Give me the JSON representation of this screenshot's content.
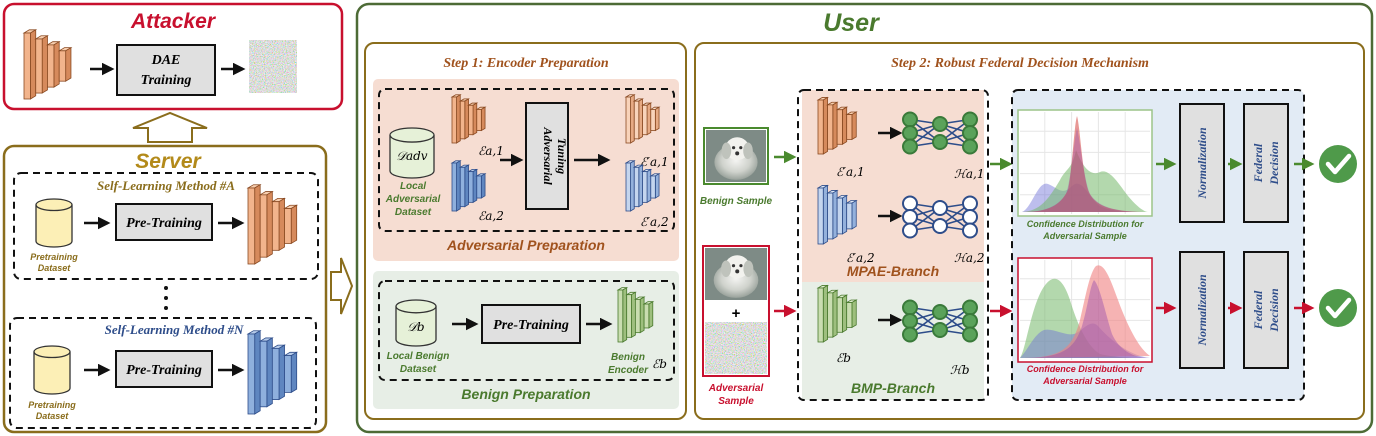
{
  "colors": {
    "attacker": "#c8102e",
    "server": "#8a6d1c",
    "user": "#4a7a2e",
    "user_border": "#4d6b36",
    "step_title": "#a0521d",
    "adv_panel": "#f6ddd2",
    "benign_panel": "#e7eee6",
    "decision_panel": "#e2ebf5",
    "arrow_green": "#4a8a2e",
    "arrow_red": "#c8102e",
    "caption_blue": "#2e4d8a",
    "encoder_orange": "#f2b48c",
    "encoder_blue": "#8fb0dd",
    "encoder_green": "#c9ddb0",
    "check": "#4f9a4a"
  },
  "attacker": {
    "title": "Attacker",
    "dae_line1": "DAE",
    "dae_line2": "Training"
  },
  "server": {
    "title": "Server",
    "method_a": {
      "title": "Self-Learning Method #A",
      "pretrain": "Pre-Training",
      "dataset_line1": "Pretraining",
      "dataset_line2": "Dataset"
    },
    "method_n": {
      "title": "Self-Learning Method #N",
      "pretrain": "Pre-Training",
      "dataset_line1": "Pretraining",
      "dataset_line2": "Dataset"
    }
  },
  "user": {
    "title": "User",
    "step1": {
      "title": "Step 1: Encoder Preparation",
      "adv_section": "Adversarial Preparation",
      "benign_section": "Benign Preparation",
      "d_adv": "𝒟adv",
      "local_adv_line1": "Local",
      "local_adv_line2": "Adversarial",
      "local_adv_line3": "Dataset",
      "tuning_line1": "Adversarial",
      "tuning_line2": "Tuning",
      "e_a1": "ℰa,1",
      "e_a2": "ℰa,2",
      "e_a1p": "ℰ′a,1",
      "e_a2p": "ℰ′a,2",
      "d_b": "𝒟b",
      "local_benign_line1": "Local Benign",
      "local_benign_line2": "Dataset",
      "pretrain": "Pre-Training",
      "benign_enc_line1": "Benign",
      "benign_enc_line2": "Encoder",
      "e_b": "ℰb"
    },
    "step2": {
      "title": "Step 2: Robust Federal Decision Mechanism",
      "benign_sample": "Benign Sample",
      "adv_sample_line1": "Adversarial",
      "adv_sample_line2": "Sample",
      "mpae_branch": "MPAE-Branch",
      "bmp_branch": "BMP-Branch",
      "e_a1p": "ℰ′a,1",
      "e_a2p": "ℰ′a,2",
      "h_a1": "ℋa,1",
      "h_a2": "ℋa,2",
      "e_b": "ℰb",
      "h_b": "ℋb",
      "conf_benign_line1": "Confidence Distribution for",
      "conf_benign_line2": "Adversarial Sample",
      "conf_adv_line1": "Confidence Distribution for",
      "conf_adv_line2": "Adversarial Sample",
      "normalization": "Normalization",
      "federal_line1": "Federal",
      "federal_line2": "Decision",
      "plus": "+"
    }
  }
}
